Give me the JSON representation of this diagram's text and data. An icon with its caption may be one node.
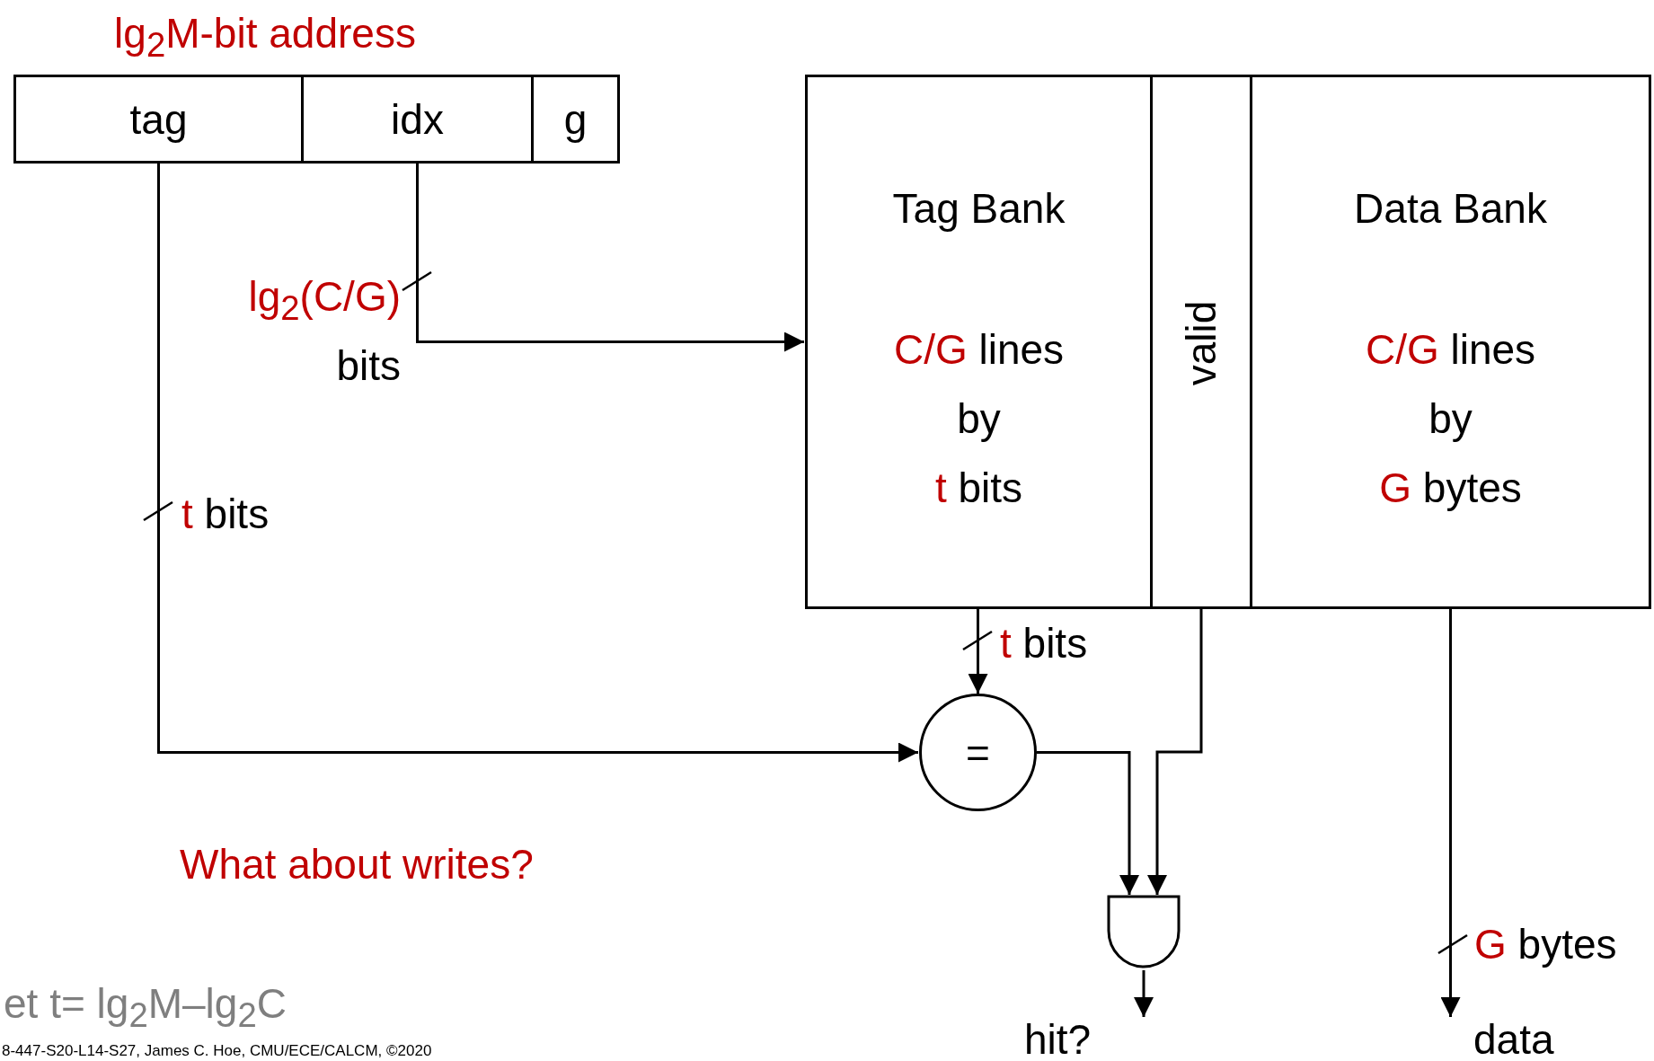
{
  "diagram": {
    "nodes": [
      {
        "text": [
          "lg$_{2}$M-bit address"
        ]
      },
      {
        "text": [
          "tag"
        ],
        "in": 0
      },
      {
        "text": [
          "idx"
        ],
        "in": 0
      },
      {
        "text": [
          "g"
        ],
        "in": 0
      },
      {
        "text": [
          "Tag Bank",
          "C/G lines by t bits"
        ]
      },
      {
        "text": [
          "valid"
        ]
      },
      {
        "text": [
          "Data Bank",
          "C/G lines by G bytes"
        ]
      },
      {
        "text": [
          "="
        ]
      },
      {
        "text": [],
        "shape": "gate"
      },
      {
        "text": [
          "hit?"
        ]
      },
      {
        "text": [
          "data"
        ]
      }
    ],
    "edges": [
      {
        "from": 1,
        "to": 7,
        "arrow": "to",
        "label": "t bits"
      },
      {
        "from": 2,
        "to": 4,
        "arrow": "to",
        "label": "lg$_{2}$(C/G) bits"
      },
      {
        "from": 4,
        "to": 7,
        "arrow": "to",
        "label": "t bits"
      },
      {
        "from": 7,
        "to": 8,
        "arrow": "to"
      },
      {
        "from": 5,
        "to": 8,
        "arrow": "to"
      },
      {
        "from": 8,
        "to": 9,
        "arrow": "to"
      },
      {
        "from": 6,
        "to": 10,
        "arrow": "to",
        "label": "G bytes"
      }
    ],
    "labels": [
      "What about writes?",
      "et t= lg$_{2}$M–lg$_{2}$C",
      "8-447-S20-L14-S27, James C. Hoe, CMU/ECE/CALCM, ©2020"
    ]
  }
}
